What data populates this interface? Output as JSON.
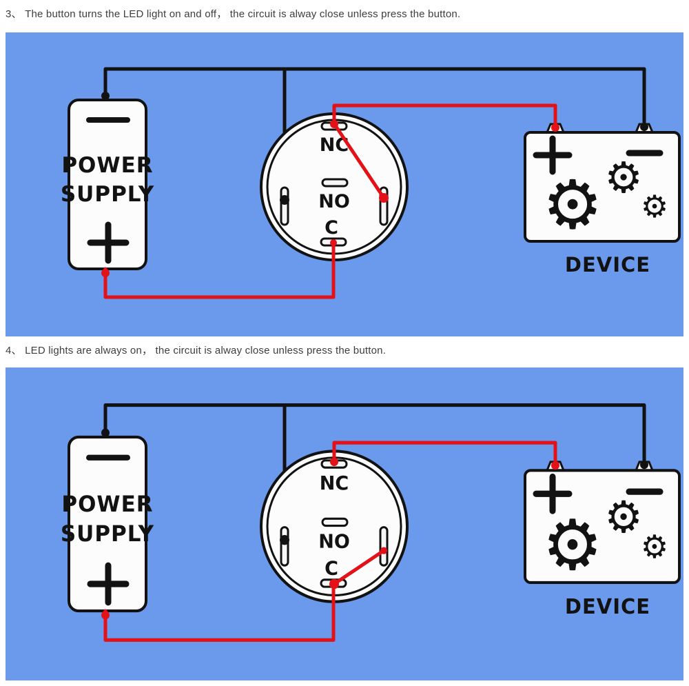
{
  "colors": {
    "panel_background": "#6b9aec",
    "wire_red": "#e21218",
    "wire_black": "#121212"
  },
  "captions": {
    "item3": "3、 The button turns the LED light on and off， the circuit is alway close unless press the button.",
    "item4": "4、 LED lights are always on， the circuit is alway close unless press the button."
  },
  "diagram": {
    "power_supply_line1": "POWER",
    "power_supply_line2": "SUPPLY",
    "terminal_nc": "NC",
    "terminal_no": "NO",
    "terminal_c": "C",
    "device_label": "DEVICE",
    "gear_glyph": "⚙"
  }
}
